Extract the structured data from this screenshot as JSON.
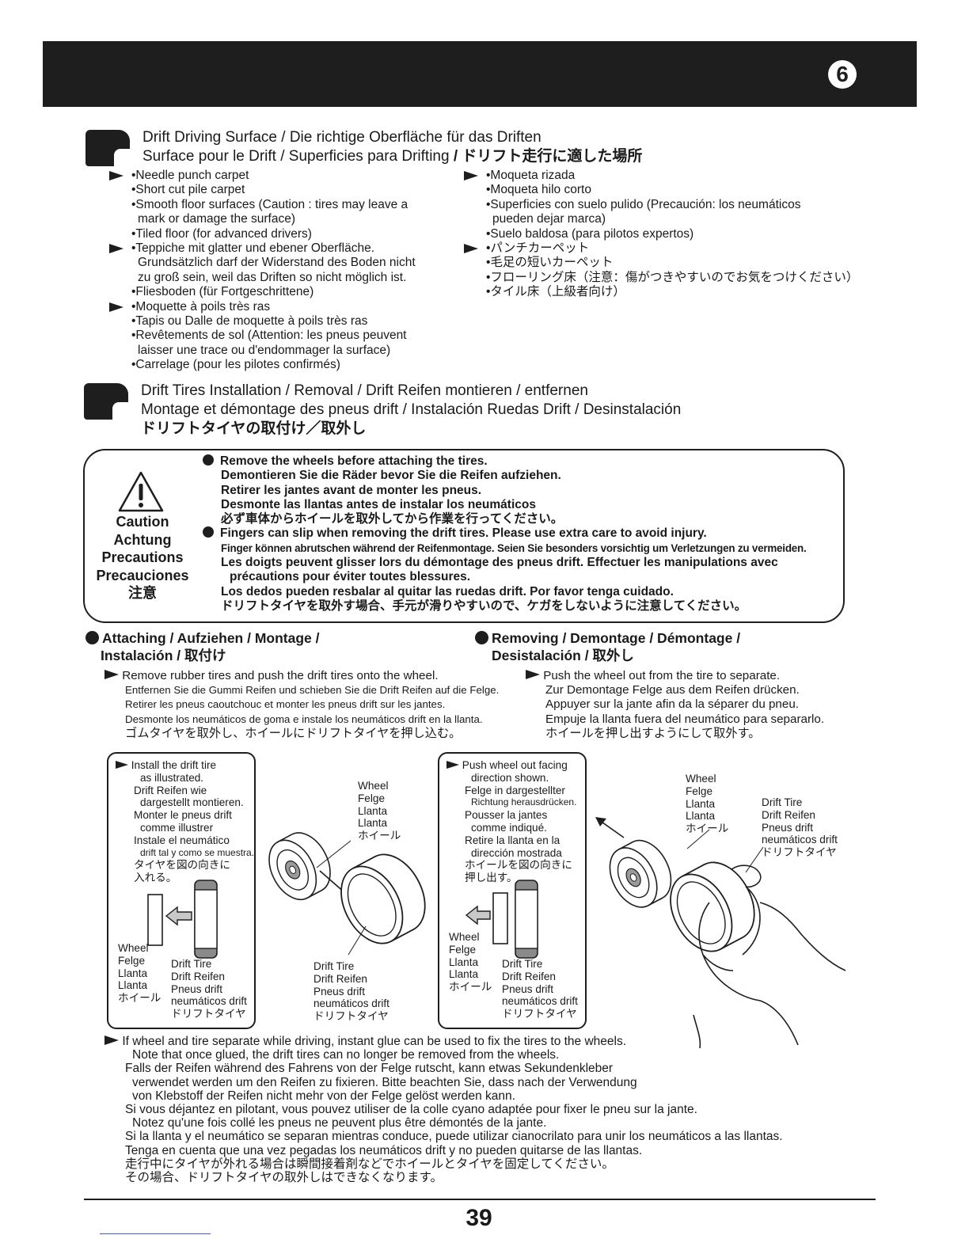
{
  "header": {
    "step_number": "6"
  },
  "section1": {
    "title_line1": "Drift Driving Surface  / Die richtige Oberfläche für das Driften",
    "title_line2": "Surface pour le Drift  / Superficies para Drifting",
    "title_jp": "/ ドリフト走行に適した場所",
    "left_list": [
      "•Needle punch carpet",
      "•Short cut pile carpet",
      "•Smooth floor surfaces (Caution : tires may leave a",
      "mark or damage the surface)",
      "•Tiled floor (for advanced drivers)",
      "•Teppiche mit glatter und ebener Oberfläche.",
      "Grundsätzlich darf der Widerstand des Boden nicht",
      "zu groß sein, weil das Driften so nicht möglich ist.",
      "•Fliesboden (für Fortgeschrittene)",
      "•Moquette à poils très ras",
      "•Tapis ou Dalle de moquette à poils très ras",
      "•Revêtements de sol (Attention: les pneus peuvent",
      "laisser une trace ou d'endommager la surface)",
      "•Carrelage (pour les pilotes confirmés)"
    ],
    "right_list": [
      "•Moqueta rizada",
      "•Moqueta hilo corto",
      "•Superficies con suelo pulido (Precaución: los neumáticos",
      "pueden dejar marca)",
      "•Suelo baldosa (para pilotos expertos)",
      "•パンチカーペット",
      "•毛足の短いカーペット",
      "•フローリング床（注意：傷がつきやすいのでお気をつけください）",
      "•タイル床（上級者向け）"
    ]
  },
  "section2": {
    "title_line1": "Drift Tires Installation / Removal  / Drift Reifen montieren / entfernen",
    "title_line2": "Montage et démontage des pneus drift  / Instalación Ruedas Drift / Desinstalación",
    "title_jp": "ドリフトタイヤの取付け／取外し"
  },
  "caution": {
    "labels": [
      "Caution",
      "Achtung",
      "Precautions",
      "Precauciones",
      "注意"
    ],
    "lines": [
      "Remove the wheels before attaching the tires.",
      "Demontieren Sie die Räder bevor Sie die Reifen aufziehen.",
      "Retirer les jantes avant de monter les pneus.",
      "Desmonte las llantas antes de instalar los neumáticos",
      "必ず車体からホイールを取外してから作業を行ってください。",
      "Fingers can slip when removing the drift tires. Please use extra care to avoid injury.",
      "Finger können abrutschen während der Reifenmontage. Seien Sie besonders vorsichtig um Verletzungen zu vermeiden.",
      "Les doigts peuvent glisser lors du démontage des pneus drift. Effectuer les manipulations avec",
      "précautions pour éviter toutes blessures.",
      "Los dedos pueden resbalar al quitar las ruedas drift. Por favor tenga cuidado.",
      "ドリフトタイヤを取外す場合、手元が滑りやすいので、ケガをしないように注意してください。"
    ]
  },
  "attaching": {
    "heading_line1": "Attaching / Aufziehen / Montage /",
    "heading_line2": "Instalación  / 取付け",
    "instructions": [
      "Remove rubber tires and push the drift tires onto the wheel.",
      "Entfernen Sie die Gummi Reifen und schieben Sie die Drift Reifen auf die Felge.",
      "Retirer les pneus caoutchouc et monter les pneus drift sur les jantes.",
      "Desmonte los neumáticos de goma e instale los neumáticos drift en la llanta.",
      "ゴムタイヤを取外し、ホイールにドリフトタイヤを押し込む。"
    ],
    "figure_text": [
      "Install the drift tire",
      "as illustrated.",
      "Drift Reifen wie",
      "dargestellt montieren.",
      "Monter le pneus drift",
      "comme illustrer",
      "Instale el neumático",
      "drift tal y como se muestra.",
      "タイヤを図の向きに",
      "入れる。"
    ],
    "wheel_label": [
      "Wheel",
      "Felge",
      "Llanta",
      "Llanta",
      "ホイール"
    ],
    "tire_label": [
      "Drift Tire",
      "Drift Reifen",
      "Pneus drift",
      "neumáticos drift",
      "ドリフトタイヤ"
    ],
    "wheel_label_3d": [
      "Wheel",
      "Felge",
      "Llanta",
      "Llanta",
      "ホイール"
    ],
    "tire_label_3d": [
      "Drift Tire",
      "Drift Reifen",
      "Pneus drift",
      "neumáticos drift",
      "ドリフトタイヤ"
    ]
  },
  "removing": {
    "heading_line1": "Removing / Demontage / Démontage /",
    "heading_line2": "Desistalación  / 取外し",
    "instructions": [
      "Push the wheel out from the tire to separate.",
      "Zur Demontage Felge aus dem Reifen drücken.",
      "Appuyer sur la jante afin da la séparer du pneu.",
      "Empuje la llanta fuera del neumático para separarlo.",
      "ホイールを押し出すようにして取外す。"
    ],
    "figure_text": [
      "Push wheel out facing",
      "direction shown.",
      "Felge in dargestellter",
      "Richtung herausdrücken.",
      "Pousser la jantes",
      "comme indiqué.",
      "Retire la llanta en la",
      "dirección mostrada",
      "ホイールを図の向きに",
      "押し出す。"
    ],
    "wheel_label": [
      "Wheel",
      "Felge",
      "Llanta",
      "Llanta",
      "ホイール"
    ],
    "tire_label": [
      "Drift Tire",
      "Drift Reifen",
      "Pneus drift",
      "neumáticos drift",
      "ドリフトタイヤ"
    ],
    "wheel_label_3d": [
      "Wheel",
      "Felge",
      "Llanta",
      "Llanta",
      "ホイール"
    ],
    "tire_label_3d": [
      "Drift Tire",
      "Drift Reifen",
      "Pneus drift",
      "neumáticos drift",
      "ドリフトタイヤ"
    ]
  },
  "note": [
    "If wheel and tire separate while driving, instant glue can be used to fix the tires to the wheels.",
    "Note that once glued, the drift tires can no longer be removed from the wheels.",
    "Falls der Reifen während des Fahrens von der Felge rutscht, kann etwas Sekundenkleber",
    "verwendet werden um den Reifen zu fixieren. Bitte beachten Sie, dass nach der Verwendung",
    "von Klebstoff der Reifen nicht mehr von der Felge gelöst werden kann.",
    "Si vous déjantez en pilotant, vous pouvez utiliser de la colle cyano adaptée pour fixer le pneu sur la jante.",
    "Notez qu'une fois collé les pneus ne peuvent plus être démontés de la jante.",
    "Si la llanta y el neumático se separan mientras conduce, puede utilizar cianocrilato para unir los neumáticos a las llantas.",
    "Tenga en cuenta que una vez pegadas los neumáticos drift y no pueden quitarse de las llantas.",
    "走行中にタイヤが外れる場合は瞬間接着剤などでホイールとタイヤを固定してください。",
    "その場合、ドリフトタイヤの取外しはできなくなります。"
  ],
  "footer": {
    "page_number": "39"
  }
}
